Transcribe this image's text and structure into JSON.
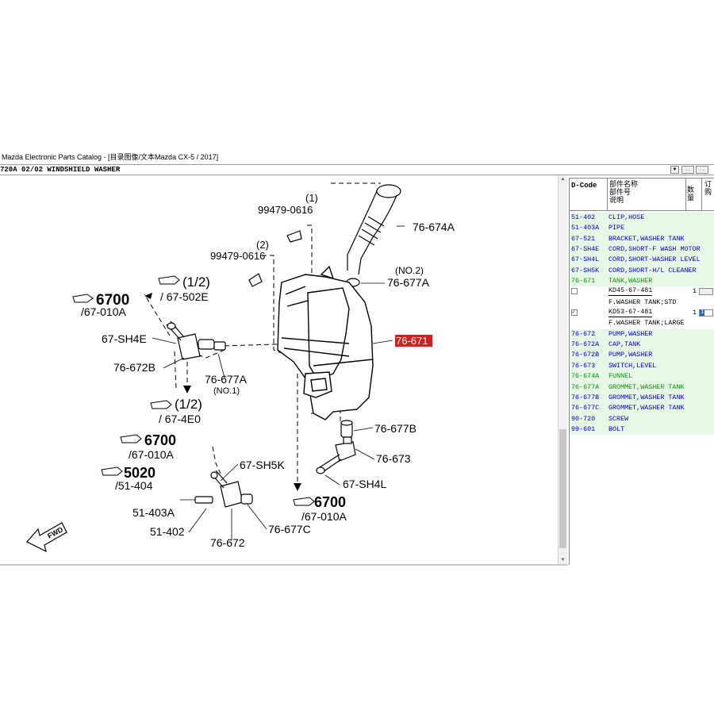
{
  "window": {
    "title": "Mazda Electronic Parts Catalog - [目录图像/文本Mazda CX-5 / 2017]"
  },
  "path_bar": {
    "section": "720A 02/02 WINDSHIELD WASHER",
    "dropdown_glyph": "▼",
    "button1": ". .",
    "button2": ". ."
  },
  "diagram": {
    "labels": {
      "screw1_idx": "(1)",
      "screw1_pn": "99479-0616",
      "screw2_idx": "(2)",
      "screw2_pn": "99479-0616",
      "funnel": "76-674A",
      "grommet_a_idx": "(NO.2)",
      "grommet_a": "76-677A",
      "ref_6700_a": "6700",
      "ref_6700_a_sub": "/67-010A",
      "ref_half_a": "(1/2)",
      "ref_half_a_sub": "/ 67-502E",
      "cord_e": "67-SH4E",
      "pump_b": "76-672B",
      "grommet_a2": "76-677A",
      "grommet_a2_idx": "(NO.1)",
      "tank_highlight": "76-671",
      "ref_half_b": "(1/2)",
      "ref_half_b_sub": "/ 67-4E0",
      "grommet_b": "76-677B",
      "ref_6700_b": "6700",
      "ref_6700_b_sub": "/67-010A",
      "cord_k": "67-SH5K",
      "switch": "76-673",
      "ref_5020": "5020",
      "ref_5020_sub": "/51-404",
      "cord_l": "67-SH4L",
      "pipe": "51-403A",
      "ref_6700_c": "6700",
      "ref_6700_c_sub": "/67-010A",
      "clip": "51-402",
      "grommet_c": "76-677C",
      "pump": "76-672",
      "fwd": "FWD"
    },
    "highlight_color": "#cc2222"
  },
  "parts_table": {
    "headers": {
      "code": "D-Code",
      "name_lines": [
        "部件名称",
        "部件号",
        "说明"
      ],
      "qty": "数量",
      "order": "订购"
    },
    "rows": [
      {
        "code": "51-402",
        "name": "CLIP,HOSE",
        "color": "blue"
      },
      {
        "code": "51-403A",
        "name": "PIPE",
        "color": "blue"
      },
      {
        "code": "67-521",
        "name": "BRACKET,WASHER TANK",
        "color": "blue"
      },
      {
        "code": "67-SH4E",
        "name": "CORD,SHORT-F WASH MOTOR",
        "color": "blue"
      },
      {
        "code": "67-SH4L",
        "name": "CORD,SHORT-WASHER LEVEL",
        "color": "blue"
      },
      {
        "code": "67-SH5K",
        "name": "CORD,SHORT-H/L CLEANER",
        "color": "blue"
      },
      {
        "code": "76-671",
        "name": "TANK,WASHER",
        "color": "green"
      }
    ],
    "sub_parts": [
      {
        "checked": "",
        "part_no": "KD45-67-481",
        "qty": "1",
        "order": "",
        "desc": "F.WASHER TANK;STD"
      },
      {
        "checked": "✓",
        "part_no": "KD53-67-481",
        "qty": "1",
        "order": "1",
        "desc": "F.WASHER TANK;LARGE"
      }
    ],
    "rows_after": [
      {
        "code": "76-672",
        "name": "PUMP,WASHER",
        "color": "blue"
      },
      {
        "code": "76-672A",
        "name": "CAP,TANK",
        "color": "blue"
      },
      {
        "code": "76-672B",
        "name": "PUMP,WASHER",
        "color": "blue"
      },
      {
        "code": "76-673",
        "name": "SWITCH,LEVEL",
        "color": "blue"
      },
      {
        "code": "76-674A",
        "name": "FUNNEL",
        "color": "green"
      },
      {
        "code": "76-677A",
        "name": "GROMMET,WASHER TANK",
        "color": "green"
      },
      {
        "code": "76-677B",
        "name": "GROMMET,WASHER TANK",
        "color": "blue"
      },
      {
        "code": "76-677C",
        "name": "GROMMET,WASHER TANK",
        "color": "blue"
      },
      {
        "code": "90-720",
        "name": "SCREW",
        "color": "blue"
      },
      {
        "code": "99-601",
        "name": "BOLT",
        "color": "blue"
      }
    ]
  }
}
